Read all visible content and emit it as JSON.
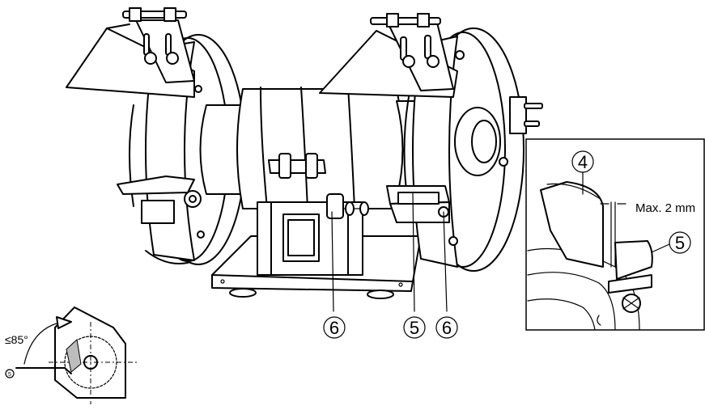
{
  "labels": {
    "guard_adjuster_left": "6",
    "tool_rest": "5",
    "guard_adjuster_right": "6"
  },
  "inset": {
    "spark_guard": "4",
    "tool_rest": "5",
    "gap_note": "Max. 2 mm"
  },
  "angle_diagram": {
    "angle": "≤85°",
    "marker": "5"
  },
  "colors": {
    "line": "#000000",
    "background": "#ffffff",
    "shade": "#bdbdbd"
  }
}
